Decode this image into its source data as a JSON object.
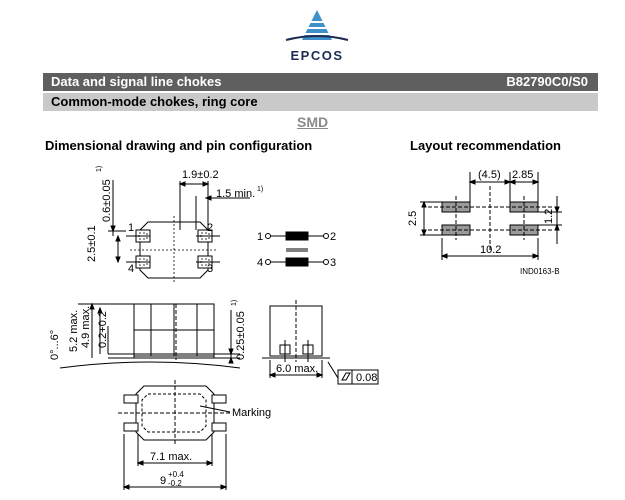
{
  "header": {
    "brand": "EPCOS",
    "bar_title": "Data and signal line chokes",
    "part_number": "B82790C0/S0",
    "subtitle": "Common-mode chokes, ring core",
    "package": "SMD"
  },
  "sections": {
    "dimensional": "Dimensional drawing and pin configuration",
    "layout": "Layout recommendation"
  },
  "dims": {
    "top_pad_width": "1.9±0.2",
    "min_len": "1.5 min.",
    "fn1": "1)",
    "left_v": "0.6±0.05",
    "pitch_v": "2.5±0.1",
    "pin1": "1",
    "pin2": "2",
    "pin3": "3",
    "pin4": "4",
    "angle": "0°...6°",
    "height_max": "5.2 max.",
    "body_max": "4.9 max.",
    "standoff": "0.2+0.2",
    "lead_thk": "0.25±0.05",
    "side_width": "6.0 max.",
    "flatness": "0.08",
    "marking": "Marking",
    "body_len": "7.1 max.",
    "total_len": "9",
    "total_tol_plus": "+0.4",
    "total_tol_minus": "-0.2"
  },
  "layout": {
    "d_gap": "(4.5)",
    "d_pad": "2.85",
    "d_left": "2.5",
    "d_right": "1.2",
    "d_total": "10.2",
    "ref": "IND0163-B"
  }
}
